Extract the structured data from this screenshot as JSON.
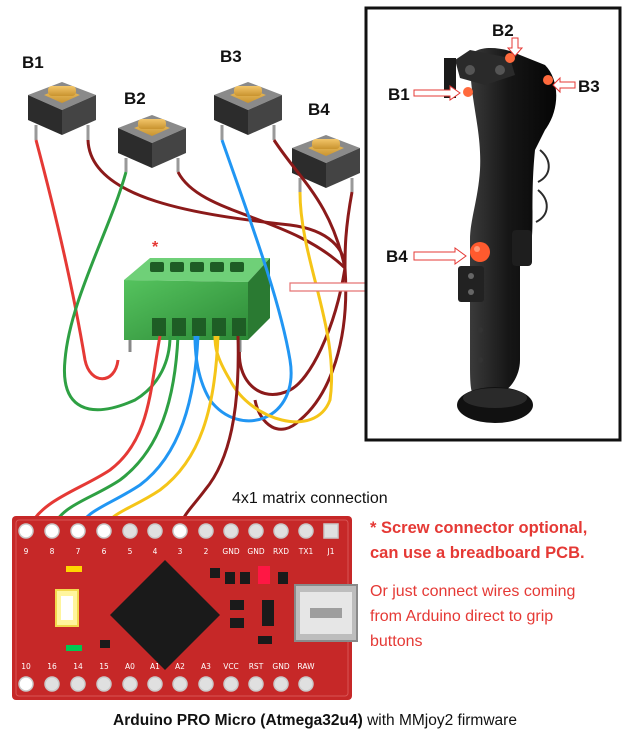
{
  "buttons": [
    {
      "label": "B1"
    },
    {
      "label": "B2"
    },
    {
      "label": "B3"
    },
    {
      "label": "B4"
    }
  ],
  "grip_labels": [
    {
      "label": "B2"
    },
    {
      "label": "B1"
    },
    {
      "label": "B3"
    },
    {
      "label": "B4"
    }
  ],
  "screw_marker": "*",
  "matrix_label": "4x1 matrix connection",
  "notes": {
    "screw_optional_1": "* Screw connector optional,",
    "screw_optional_2": "can use a breadboard PCB.",
    "direct_1": "Or just connect wires coming",
    "direct_2": "from Arduino direct to grip",
    "direct_3": "buttons"
  },
  "top_pins": [
    "9",
    "8",
    "7",
    "6",
    "5",
    "4",
    "3",
    "2",
    "GND",
    "GND",
    "RXD",
    "TX1",
    "J1"
  ],
  "bottom_pins": [
    "10",
    "16",
    "14",
    "15",
    "A0",
    "A1",
    "A2",
    "A3",
    "VCC",
    "RST",
    "GND",
    "RAW"
  ],
  "caption": {
    "bold": "Arduino PRO Micro (Atmega32u4)",
    "rest": " with MMjoy2 firmware"
  },
  "colors": {
    "wire_red": "#e53935",
    "wire_green": "#2ea043",
    "wire_blue": "#2196f3",
    "wire_yellow": "#f5c518",
    "wire_darkred": "#8b1a1a",
    "note_red": "#e53935",
    "board_red": "#c62828",
    "terminal_green": "#3fae49"
  }
}
